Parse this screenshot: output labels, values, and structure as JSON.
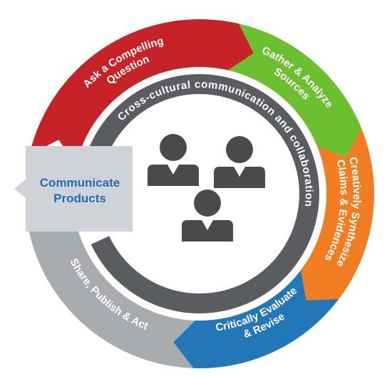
{
  "center_text": "Cross-cultural communication and collaboration",
  "box": {
    "line1": "Communicate",
    "line2": "Products",
    "color": "#cfd3d7",
    "text_color": "#1c6fb0"
  },
  "segments": [
    {
      "id": "ask",
      "line1": "Ask a Compelling",
      "line2": "Question",
      "color": "#c62328"
    },
    {
      "id": "gather",
      "line1": "Gather & Analyze",
      "line2": "Sources",
      "color": "#6cbf2e"
    },
    {
      "id": "synthesize",
      "line1": "Creatively Synthesize",
      "line2": "Claims & Evidences",
      "color": "#f07d21"
    },
    {
      "id": "evaluate",
      "line1": "Critically Evaluate",
      "line2": "& Revise",
      "color": "#2277b8"
    },
    {
      "id": "share",
      "line1": "Share, Publish & Act",
      "line2": "",
      "color": "#a9acaf"
    }
  ],
  "icons": {
    "people": "people-group-icon",
    "color": "#4a4a4a"
  },
  "inner_ring_color": "#5a5d60"
}
